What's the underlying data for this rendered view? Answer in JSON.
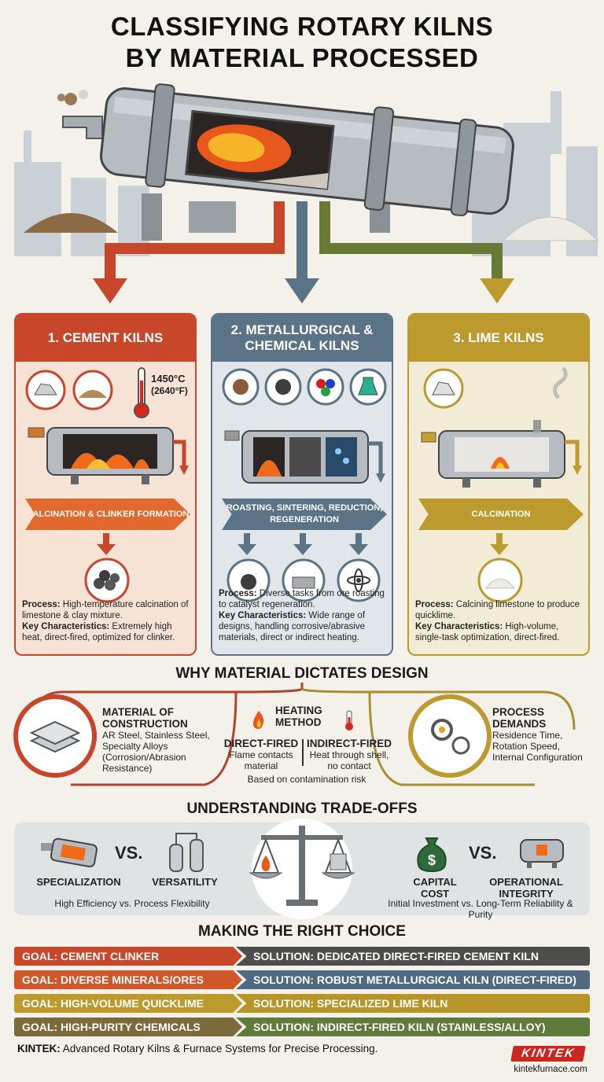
{
  "title": {
    "line1": "CLASSIFYING ROTARY KILNS",
    "line2": "BY MATERIAL PROCESSED"
  },
  "colors": {
    "cement": "#c8462a",
    "metal": "#5a7386",
    "lime": "#bd9a2e",
    "chem": "#5f7a3a",
    "dark": "#4d4d4d",
    "bg": "#f4f1ea"
  },
  "kilns": [
    {
      "heading": "1. CEMENT KILNS",
      "temp_c": "1450°C",
      "temp_f": "(2640°F)",
      "process_bar": "CALCINATION & CLINKER FORMATION",
      "process_label": "Process:",
      "process_text": " High-temperature calcination of limestone & clay mixture.",
      "char_label": "Key Characteristics:",
      "char_text": " Extremely high heat, direct-fired, optimized for clinker."
    },
    {
      "heading": "2. METALLURGICAL & CHEMICAL KILNS",
      "process_bar": "ROASTING, SINTERING, REDUCTION, REGENERATION",
      "process_label": "Process:",
      "process_text": " Diverse tasks from ore roasting to catalyst regeneration.",
      "char_label": "Key Characteristics:",
      "char_text": " Wide range of designs, handling corrosive/abrasive materials, direct or indirect heating."
    },
    {
      "heading": "3. LIME KILNS",
      "process_bar": "CALCINATION",
      "process_label": "Process:",
      "process_text": " Calcining limestone to produce quicklime.",
      "char_label": "Key Characteristics:",
      "char_text": " High-volume, single-task optimization, direct-fired."
    }
  ],
  "why": {
    "heading": "WHY MATERIAL DICTATES DESIGN",
    "construction": {
      "title": "MATERIAL OF CONSTRUCTION",
      "text": "AR Steel, Stainless Steel, Specialty Alloys (Corrosion/Abrasion Resistance)"
    },
    "heating": {
      "title": "HEATING METHOD",
      "direct_title": "DIRECT-FIRED",
      "direct_text": "Flame contacts material",
      "indirect_title": "INDIRECT-FIRED",
      "indirect_text": "Heat through shell, no contact",
      "note": "Based on contamination risk"
    },
    "process": {
      "title": "PROCESS DEMANDS",
      "text": "Residence Time, Rotation Speed, Internal Configuration"
    }
  },
  "tradeoffs": {
    "heading": "UNDERSTANDING TRADE-OFFS",
    "left_a": "SPECIALIZATION",
    "left_vs": "VS.",
    "left_b": "VERSATILITY",
    "left_sub": "High Efficiency vs. Process Flexibility",
    "right_a": "CAPITAL COST",
    "right_vs": "VS.",
    "right_b": "OPERATIONAL INTEGRITY",
    "right_sub": "Initial Investment vs. Long-Term Reliability & Purity"
  },
  "choice": {
    "heading": "MAKING THE RIGHT CHOICE",
    "rows": [
      {
        "goal": "GOAL: CEMENT CLINKER",
        "solution": "SOLUTION: DEDICATED DIRECT-FIRED CEMENT KILN"
      },
      {
        "goal": "GOAL: DIVERSE MINERALS/ORES",
        "solution": "SOLUTION: ROBUST METALLURGICAL KILN (DIRECT-FIRED)"
      },
      {
        "goal": "GOAL: HIGH-VOLUME QUICKLIME",
        "solution": "SOLUTION: SPECIALIZED LIME KILN"
      },
      {
        "goal": "GOAL: HIGH-PURITY CHEMICALS",
        "solution": "SOLUTION: INDIRECT-FIRED KILN (STAINLESS/ALLOY)"
      }
    ]
  },
  "footer": {
    "brand": "KINTEK:",
    "text": " Advanced Rotary Kilns & Furnace Systems for Precise Processing.",
    "logo": "KINTEK",
    "site": "kintekfurnace.com"
  }
}
